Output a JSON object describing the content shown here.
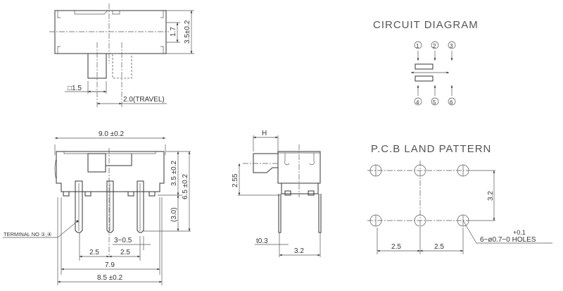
{
  "top_view": {
    "width_square": "□1.5",
    "travel": "2.0(TRAVEL)",
    "height": "3.5±0.2",
    "center": "1.7"
  },
  "front_view": {
    "width": "9.0 ±0.2",
    "body_height": "3.5 ±0.2",
    "total_height": "6.5 ±0.2",
    "pin_length": "(3.0)",
    "terminal_label": "TERMINAL NO ①,④",
    "pin_width": "3−0.5",
    "pitch_1": "2.5",
    "pitch_2": "2.5",
    "inner_width": "7.9",
    "outer_width": "8.5 ±0.2"
  },
  "side_view": {
    "knob": "H",
    "knob_height": "2.55",
    "thickness": "t0.3",
    "pin_spacing": "3.2"
  },
  "circuit_diagram": {
    "title": "CIRCUIT DIAGRAM",
    "terminals_top": [
      "1",
      "2",
      "3"
    ],
    "terminals_bottom": [
      "4",
      "5",
      "6"
    ]
  },
  "pcb_land_pattern": {
    "title": "P.C.B LAND PATTERN",
    "row_spacing": "3.2",
    "pitch_1": "2.5",
    "pitch_2": "2.5",
    "tolerance": "+0.1",
    "holes": "6−ø0.7−0 HOLES"
  }
}
